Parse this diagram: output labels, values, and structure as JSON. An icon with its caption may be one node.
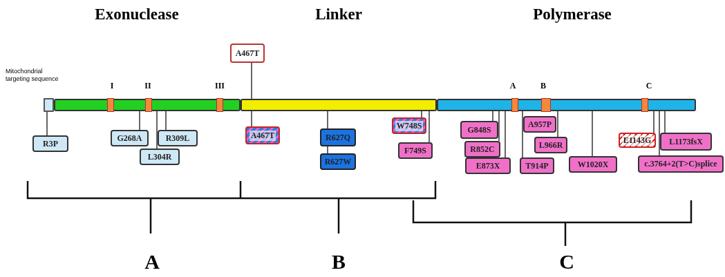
{
  "diagram": {
    "nodes": [
      {
        "text": [],
        "shape": "box"
      },
      {
        "text": [],
        "shape": "bar"
      },
      {
        "text": [],
        "shape": "bar"
      },
      {
        "text": [],
        "shape": "bar"
      },
      {
        "text": [
          "R3P"
        ]
      },
      {
        "text": [
          "G268A"
        ]
      },
      {
        "text": [
          "L304R"
        ]
      },
      {
        "text": [
          "R309L"
        ]
      },
      {
        "text": [
          "A467T"
        ]
      },
      {
        "text": [
          "A467T"
        ]
      },
      {
        "text": [
          "R627Q"
        ]
      },
      {
        "text": [
          "R627W"
        ]
      },
      {
        "text": [
          "W748S"
        ]
      },
      {
        "text": [
          "F749S"
        ]
      },
      {
        "text": [
          "G848S"
        ]
      },
      {
        "text": [
          "R852C"
        ]
      },
      {
        "text": [
          "E873X"
        ]
      },
      {
        "text": [
          "T914P"
        ]
      },
      {
        "text": [
          "A957P"
        ]
      },
      {
        "text": [
          "L966R"
        ]
      },
      {
        "text": [
          "W1020X"
        ]
      },
      {
        "text": [
          "E1143G"
        ]
      },
      {
        "text": [
          "L1173fsX"
        ]
      },
      {
        "text": [
          "c.3764+2(T>C)splice"
        ]
      }
    ],
    "edges": [
      {
        "from": 4,
        "to": 0,
        "arrow": "none"
      },
      {
        "from": 5,
        "to": 1,
        "arrow": "none"
      },
      {
        "from": 6,
        "to": 1,
        "arrow": "none"
      },
      {
        "from": 7,
        "to": 1,
        "arrow": "none"
      },
      {
        "from": 8,
        "to": 2,
        "arrow": "none"
      },
      {
        "from": 9,
        "to": 2,
        "arrow": "none"
      },
      {
        "from": 10,
        "to": 2,
        "arrow": "none"
      },
      {
        "from": 11,
        "to": 10,
        "arrow": "none"
      },
      {
        "from": 12,
        "to": 2,
        "arrow": "none"
      },
      {
        "from": 13,
        "to": 2,
        "arrow": "none"
      },
      {
        "from": 14,
        "to": 3,
        "arrow": "none"
      },
      {
        "from": 15,
        "to": 3,
        "arrow": "none"
      },
      {
        "from": 16,
        "to": 3,
        "arrow": "none"
      },
      {
        "from": 17,
        "to": 3,
        "arrow": "none"
      },
      {
        "from": 19,
        "to": 3,
        "arrow": "none"
      },
      {
        "from": 20,
        "to": 3,
        "arrow": "none"
      },
      {
        "from": 21,
        "to": 3,
        "arrow": "none"
      },
      {
        "from": 22,
        "to": 3,
        "arrow": "none"
      },
      {
        "from": 23,
        "to": 3,
        "arrow": "none"
      }
    ],
    "labels": [
      "Exonuclease",
      "Linker",
      "Polymerase",
      "Mitochondrial targeting sequence",
      "I",
      "II",
      "III",
      "A",
      "B",
      "C",
      "A",
      "B",
      "C"
    ]
  }
}
